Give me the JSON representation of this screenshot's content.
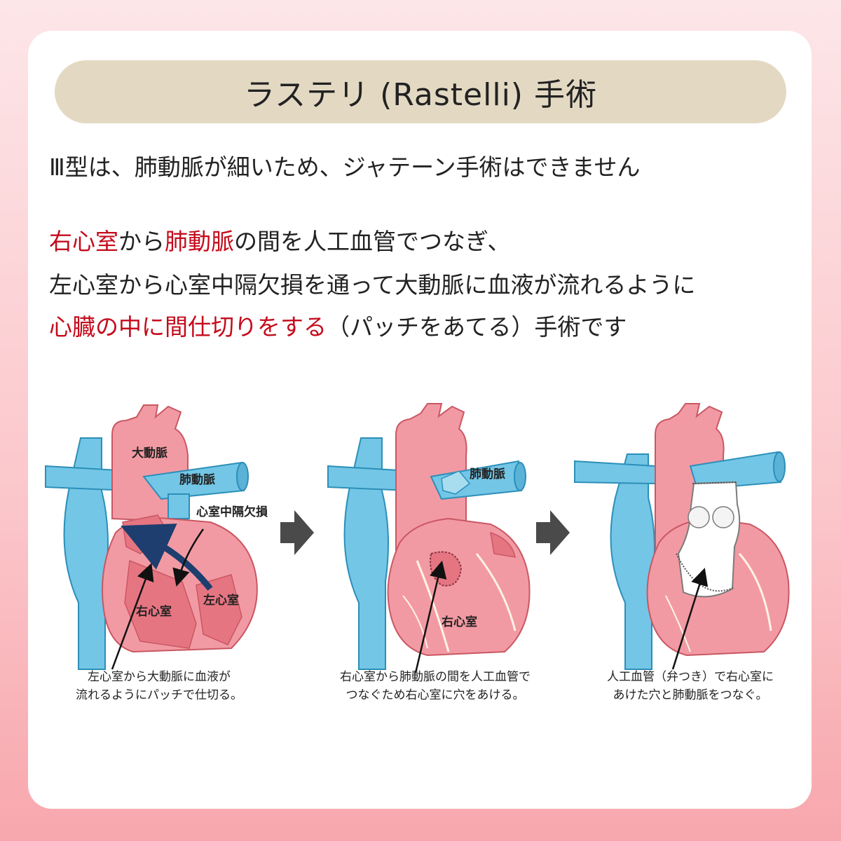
{
  "title": "ラステリ (Rastelli) 手術",
  "intro": "Ⅲ型は、肺動脈が細いため、ジャテーン手術はできません",
  "para": {
    "l1_a": "右心室",
    "l1_b": "から",
    "l1_c": "肺動脈",
    "l1_d": "の間を人工血管でつなぎ、",
    "l2": "左心室から心室中隔欠損を通って大動脈に血液が流れるように",
    "l3_a": "心臓の中に間仕切りをする",
    "l3_b": "（パッチをあてる）手術です"
  },
  "panels": [
    {
      "labels": {
        "aorta": "大動脈",
        "pulmonary": "肺動脈",
        "vsd": "心室中隔欠損",
        "rv": "右心室",
        "lv": "左心室"
      },
      "caption1": "左心室から大動脈に血液が",
      "caption2": "流れるようにパッチで仕切る。"
    },
    {
      "labels": {
        "pulmonary": "肺動脈",
        "rv": "右心室"
      },
      "caption1": "右心室から肺動脈の間を人工血管で",
      "caption2": "つなぐため右心室に穴をあける。"
    },
    {
      "caption1": "人工血管（弁つき）で右心室に",
      "caption2": "あけた穴と肺動脈をつなぐ。"
    }
  ],
  "colors": {
    "red_text": "#c40c1c",
    "title_bg": "#e3d9c3",
    "heart": "#f29aa3",
    "vessel_blue": "#73c6e6",
    "arrow_gray": "#4a4a4a"
  }
}
